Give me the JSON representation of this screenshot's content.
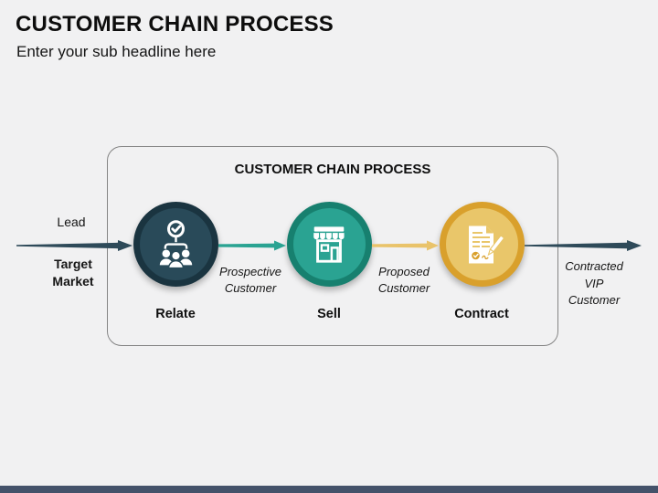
{
  "slide": {
    "title": "CUSTOMER CHAIN PROCESS",
    "subtitle": "Enter your sub headline here",
    "background_color": "#f1f1f2",
    "footer_bar_color": "#44526a"
  },
  "diagram": {
    "box_title": "CUSTOMER CHAIN PROCESS",
    "input_flow": {
      "top_label": "Lead",
      "bottom_label": "Target\nMarket",
      "arrow_color": "#2e4a59"
    },
    "output_flow": {
      "label": "Contracted\nVIP\nCustomer",
      "arrow_color": "#2e4a59"
    },
    "steps": [
      {
        "label": "Relate",
        "icon": "team-leader-approved-icon",
        "outer_color": "#1a3440",
        "inner_color": "#294a59"
      },
      {
        "label": "Sell",
        "icon": "storefront-icon",
        "outer_color": "#17806f",
        "inner_color": "#2aa392"
      },
      {
        "label": "Contract",
        "icon": "contract-signing-icon",
        "outer_color": "#d9a02c",
        "inner_color": "#e9c66a"
      }
    ],
    "connectors": [
      {
        "label": "Prospective\nCustomer",
        "arrow_color": "#2aa392"
      },
      {
        "label": "Proposed\nCustomer",
        "arrow_color": "#e9c36a"
      }
    ]
  }
}
